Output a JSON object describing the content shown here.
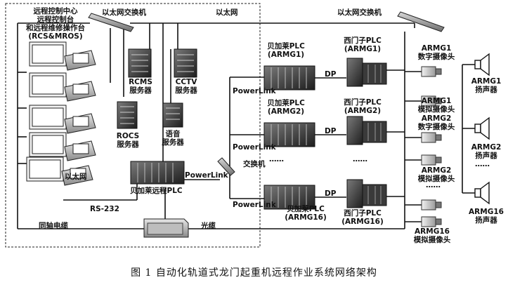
{
  "control_center": {
    "line1": "远程控制中心",
    "line2": "远程控制台",
    "line3": "和远程维修操作台",
    "line4": "(RCS&MROS)"
  },
  "switches": {
    "left": "以太网交换机",
    "right": "以太网交换机",
    "mid": "交换机"
  },
  "network": {
    "ethernet_top": "以太网",
    "ethernet_left": "以太网",
    "rs232": "RS-232",
    "coax": "同轴电缆",
    "fiber": "光缆"
  },
  "servers": {
    "rcms": [
      "RCMS",
      "服务器"
    ],
    "cctv": [
      "CCTV",
      "服务器"
    ],
    "rocs": [
      "ROCS",
      "服务器"
    ],
    "voice": [
      "语音",
      "服务器"
    ]
  },
  "remote_plc": "贝加莱远程PLC",
  "links": {
    "powerlink": "PowerLink",
    "dp": "DP"
  },
  "armg": {
    "br1": [
      "贝加莱PLC",
      "(ARMG1)"
    ],
    "br2": [
      "贝加莱PLC",
      "(ARMG2)"
    ],
    "br16": [
      "贝加莱PLC",
      "(ARMG16)"
    ],
    "sie1": [
      "西门子PLC",
      "(ARMG1)"
    ],
    "sie2": [
      "西门子PLC",
      "(ARMG2)"
    ],
    "sie16": [
      "西门子PLC",
      "(ARMG16)"
    ],
    "dots": "……"
  },
  "cameras": {
    "cam1_digital": [
      "ARMG1",
      "数字摄像头"
    ],
    "cam1_analog": [
      "ARMG1",
      "模拟摄像头"
    ],
    "cam2_digital": [
      "ARMG2",
      "数字摄像头"
    ],
    "cam2_analog": [
      "ARMG2",
      "模拟摄像头"
    ],
    "cam16_analog": [
      "ARMG16",
      "模拟摄像头"
    ]
  },
  "speakers": {
    "s1": [
      "ARMG1",
      "扬声器"
    ],
    "s2": [
      "ARMG2",
      "扬声器"
    ],
    "s16": [
      "ARMG16",
      "扬声器"
    ]
  },
  "caption": "图 1  自动化轨道式龙门起重机远程作业系统网络架构"
}
